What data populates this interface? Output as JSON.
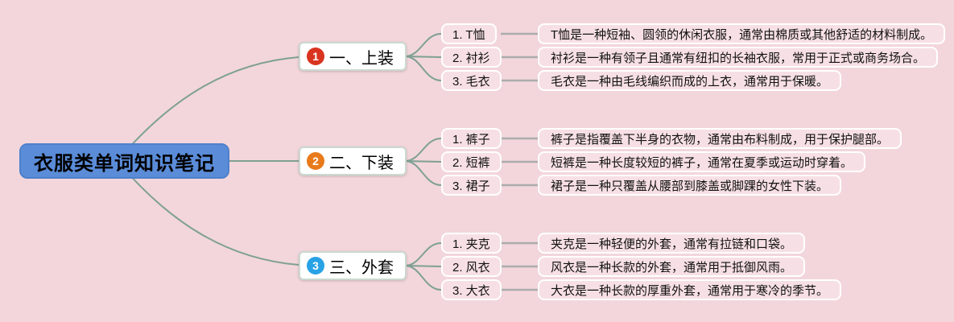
{
  "canvas": {
    "background": "#F2D6DB",
    "connector_color": "#7FA092",
    "leaf_line_color": "#ACACAC"
  },
  "root": {
    "label": "衣服类单词知识笔记",
    "bg_color": "#5A8CD8"
  },
  "branches": [
    {
      "num": "1",
      "badge_color": "#D9341F",
      "label": "一、上装",
      "items": [
        {
          "label": "1. T恤",
          "desc": "T恤是一种短袖、圆领的休闲衣服，通常由棉质或其他舒适的材料制成。"
        },
        {
          "label": "2. 衬衫",
          "desc": "衬衫是一种有领子且通常有纽扣的长袖衣服，常用于正式或商务场合。"
        },
        {
          "label": "3. 毛衣",
          "desc": "毛衣是一种由毛线编织而成的上衣，通常用于保暖。"
        }
      ]
    },
    {
      "num": "2",
      "badge_color": "#E87A1C",
      "label": "二、下装",
      "items": [
        {
          "label": "1. 裤子",
          "desc": "裤子是指覆盖下半身的衣物，通常由布料制成，用于保护腿部。"
        },
        {
          "label": "2. 短裤",
          "desc": "短裤是一种长度较短的裤子，通常在夏季或运动时穿着。"
        },
        {
          "label": "3. 裙子",
          "desc": "裙子是一种只覆盖从腰部到膝盖或脚踝的女性下装。"
        }
      ]
    },
    {
      "num": "3",
      "badge_color": "#28A2E5",
      "label": "三、外套",
      "items": [
        {
          "label": "1. 夹克",
          "desc": "夹克是一种轻便的外套，通常有拉链和口袋。"
        },
        {
          "label": "2. 风衣",
          "desc": "风衣是一种长款的外套，通常用于抵御风雨。"
        },
        {
          "label": "3. 大衣",
          "desc": "大衣是一种长款的厚重外套，通常用于寒冷的季节。"
        }
      ]
    }
  ]
}
